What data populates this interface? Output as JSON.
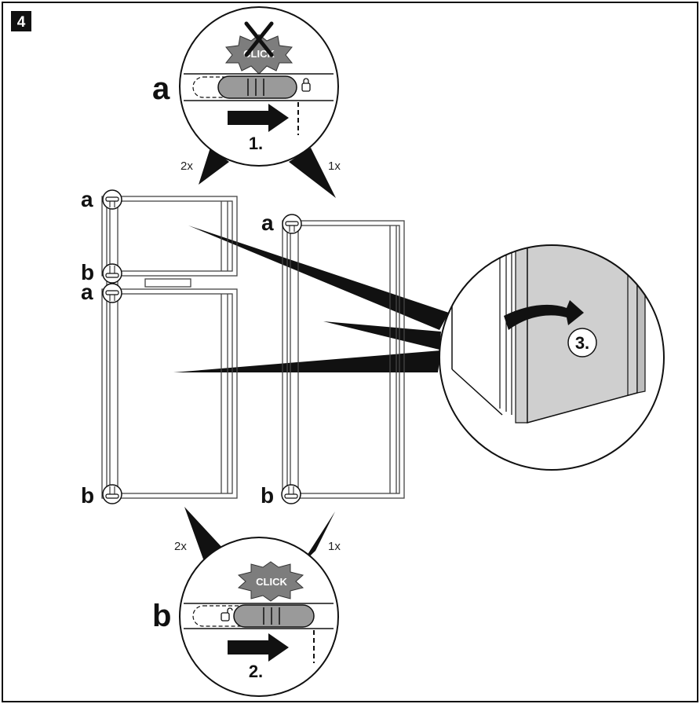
{
  "step_badge": "4",
  "callout_top": {
    "letter": "a",
    "click_text": "CLICK",
    "step_text": "1.",
    "count_left": "2x",
    "count_right": "1x"
  },
  "callout_bottom": {
    "letter": "b",
    "click_text": "CLICK",
    "step_text": "2.",
    "count_left": "2x",
    "count_right": "1x"
  },
  "callout_right": {
    "step_text": "3."
  },
  "fridge_left": {
    "hinge_top": "a",
    "hinge_mid_b": "b",
    "hinge_mid_a": "a",
    "hinge_bottom": "b"
  },
  "fridge_right": {
    "hinge_top": "a",
    "hinge_bottom": "b"
  },
  "colors": {
    "line": "#111111",
    "panel": "#cfcfcf",
    "slider": "#9a9a9a",
    "star": "#7d7d7d"
  }
}
